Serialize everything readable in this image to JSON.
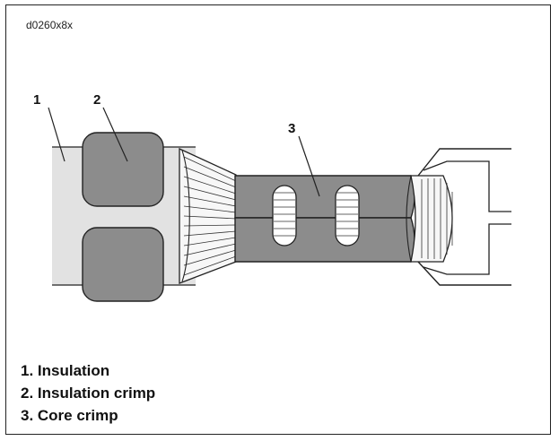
{
  "figure_id": "d0260x8x",
  "callouts": {
    "c1": "1",
    "c2": "2",
    "c3": "3"
  },
  "legend": [
    "1. Insulation",
    "2. Insulation crimp",
    "3. Core crimp"
  ],
  "colors": {
    "insulation": "#e2e2e2",
    "crimp": "#8c8c8c",
    "outline": "#222222"
  }
}
